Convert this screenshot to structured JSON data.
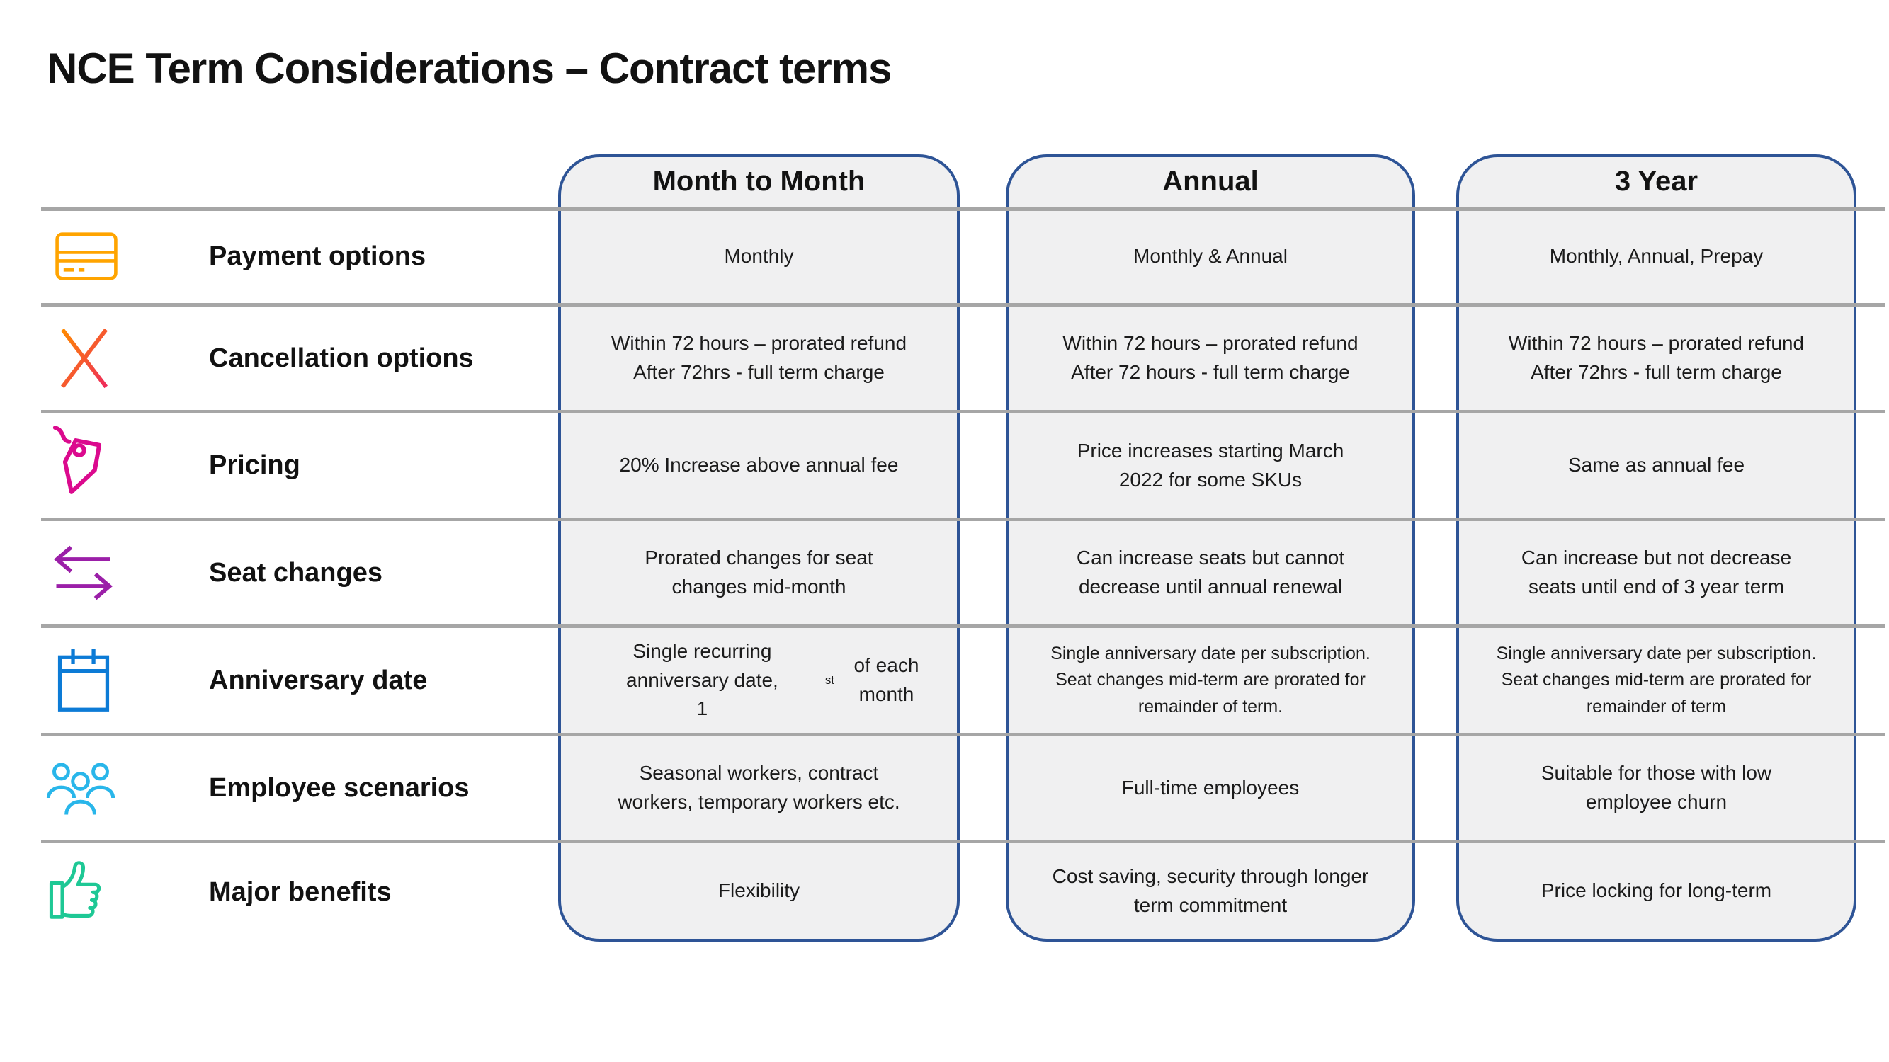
{
  "title": "NCE Term Considerations – Contract terms",
  "columns": [
    {
      "label": "Month to Month"
    },
    {
      "label": "Annual"
    },
    {
      "label": "3 Year"
    }
  ],
  "rows": [
    {
      "label": "Payment options",
      "icon": "credit-card-icon",
      "cells": [
        "Monthly",
        "Monthly & Annual",
        "Monthly, Annual, Prepay"
      ]
    },
    {
      "label": "Cancellation options",
      "icon": "cancel-x-icon",
      "cells": [
        "Within 72 hours – prorated refund\nAfter 72hrs - full term charge",
        "Within 72 hours – prorated refund\nAfter 72 hours - full term charge",
        "Within 72 hours – prorated refund\nAfter 72hrs - full term charge"
      ]
    },
    {
      "label": "Pricing",
      "icon": "price-tag-icon",
      "cells": [
        "20% Increase above annual fee",
        "Price increases starting March\n2022 for some SKUs",
        "Same as annual fee"
      ]
    },
    {
      "label": "Seat changes",
      "icon": "transfer-arrows-icon",
      "cells": [
        "Prorated changes for seat\nchanges mid-month",
        "Can increase seats but cannot\ndecrease until annual renewal",
        "Can increase but not decrease\nseats until end of 3 year term"
      ]
    },
    {
      "label": "Anniversary date",
      "icon": "calendar-icon",
      "cells": [
        "Single recurring anniversary date,\n1<sup>st</sup> of each month",
        "Single anniversary date per subscription.\nSeat changes mid-term are prorated for\nremainder of term.",
        "Single anniversary date per subscription.\nSeat changes mid-term are prorated for\nremainder of term"
      ]
    },
    {
      "label": "Employee scenarios",
      "icon": "people-icon",
      "cells": [
        "Seasonal workers, contract\nworkers, temporary workers etc.",
        "Full-time employees",
        "Suitable for those with low\nemployee churn"
      ]
    },
    {
      "label": "Major benefits",
      "icon": "thumbs-up-icon",
      "cells": [
        "Flexibility",
        "Cost saving, security through longer\nterm commitment",
        "Price locking for long-term"
      ]
    }
  ],
  "colors": {
    "pill_border": "#2E5496",
    "pill_fill": "#F0F0F1",
    "row_line": "#A6A6A6",
    "text": "#1B1B1B",
    "icon_payment": "#FFA400",
    "icon_cancel_start": "#FF8A00",
    "icon_cancel_end": "#EE2B5B",
    "icon_pricing": "#DB0A8E",
    "icon_seats": "#9B1FA8",
    "icon_anniversary": "#0C7BD6",
    "icon_employees": "#29B6EA",
    "icon_benefits": "#1EC895"
  }
}
